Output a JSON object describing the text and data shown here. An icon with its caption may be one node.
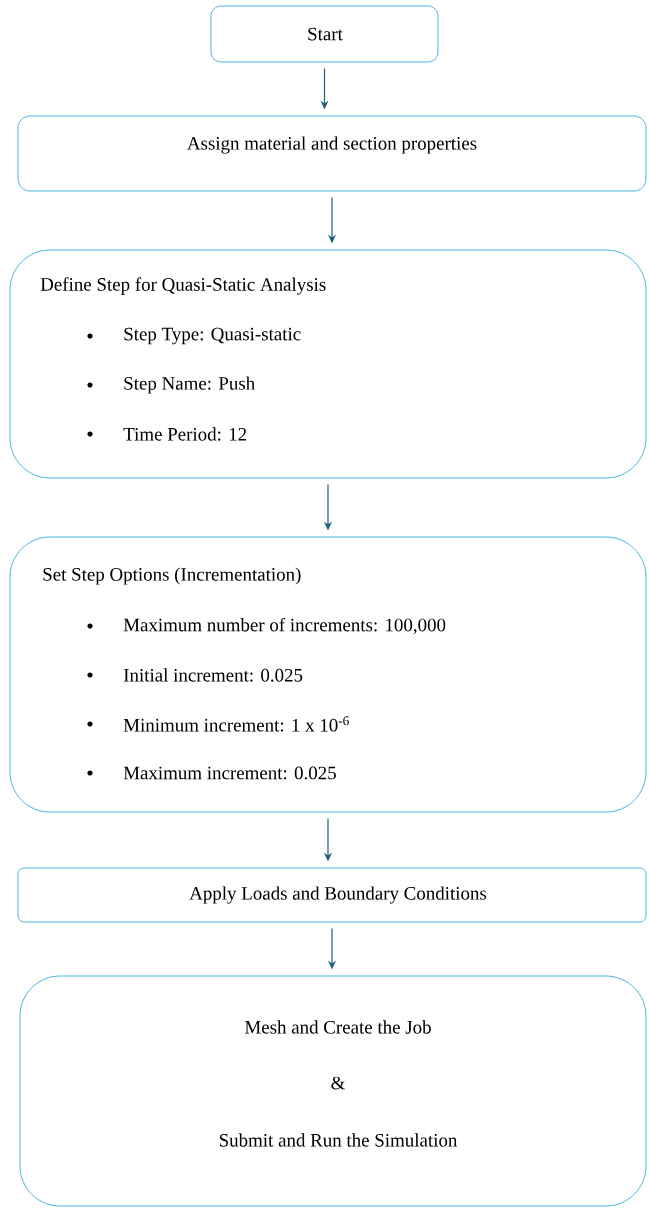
{
  "diagram": {
    "nodes": [
      {
        "text": [
          "Start"
        ]
      },
      {
        "text": [
          "Assign material and section properties"
        ]
      },
      {
        "text": [
          "Define Step for Quasi-Static Analysis",
          "Step Type: Quasi-static",
          "Step Name: Push",
          "Time Period: 12"
        ]
      },
      {
        "text": [
          "Set Step Options (Incrementation)",
          "Maximum number of increments: 100,000",
          "Initial increment: 0.025",
          "Minimum increment: 1 x 10$^{-6}$",
          "Maximum increment: 0.025"
        ]
      },
      {
        "text": [
          "Apply Loads and Boundary Conditions"
        ]
      },
      {
        "text": [
          "Mesh and Create the Job",
          "&",
          "Submit and Run the Simulation"
        ]
      }
    ],
    "edges": [
      {
        "from": 0,
        "to": 1,
        "arrow": "to"
      },
      {
        "from": 1,
        "to": 2,
        "arrow": "to"
      },
      {
        "from": 2,
        "to": 3,
        "arrow": "to"
      },
      {
        "from": 3,
        "to": 4,
        "arrow": "to"
      },
      {
        "from": 4,
        "to": 5,
        "arrow": "to"
      }
    ]
  }
}
